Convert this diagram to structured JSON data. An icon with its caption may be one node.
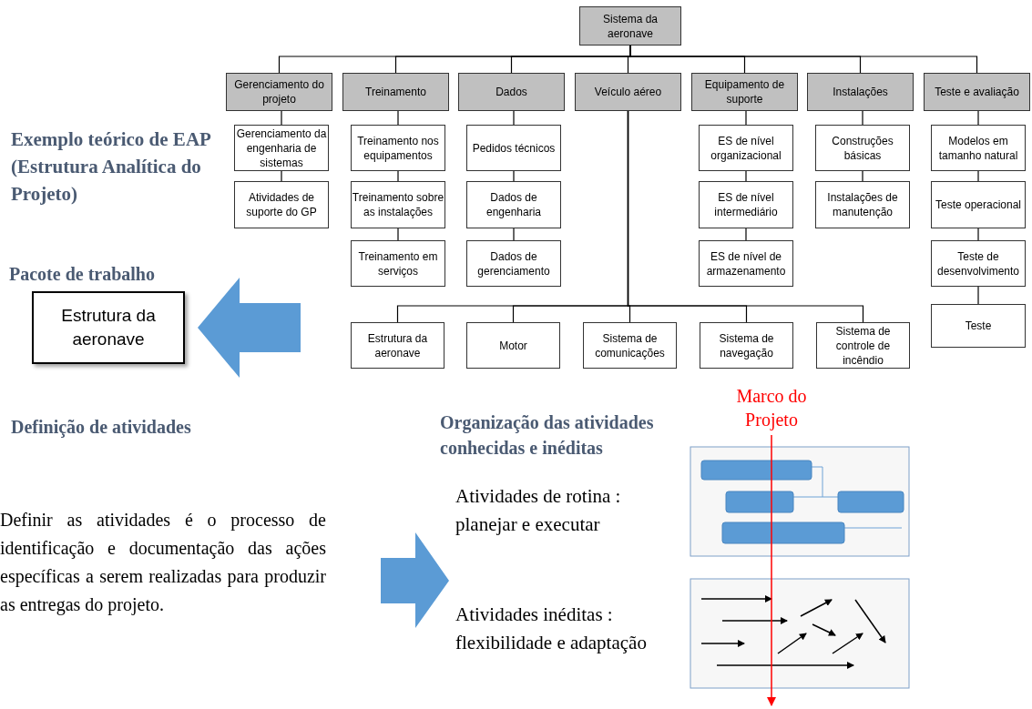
{
  "diagram": {
    "nodes": [
      {
        "text": [
          "Sistema da aeronave"
        ]
      },
      {
        "text": [
          "Gerenciamento do projeto"
        ]
      },
      {
        "text": [
          "Treinamento"
        ]
      },
      {
        "text": [
          "Dados"
        ]
      },
      {
        "text": [
          "Veículo aéreo"
        ]
      },
      {
        "text": [
          "Equipamento de suporte"
        ]
      },
      {
        "text": [
          "Instalações"
        ]
      },
      {
        "text": [
          "Teste e avaliação"
        ]
      },
      {
        "text": [
          "Gerenciamento da engenharia de sistemas"
        ]
      },
      {
        "text": [
          "Atividades de suporte do GP"
        ]
      },
      {
        "text": [
          "Treinamento nos equipamentos"
        ]
      },
      {
        "text": [
          "Treinamento sobre as instalações"
        ]
      },
      {
        "text": [
          "Treinamento em serviços"
        ]
      },
      {
        "text": [
          "Pedidos técnicos"
        ]
      },
      {
        "text": [
          "Dados de engenharia"
        ]
      },
      {
        "text": [
          "Dados de gerenciamento"
        ]
      },
      {
        "text": [
          "ES de nível organizacional"
        ]
      },
      {
        "text": [
          "ES de nível intermediário"
        ]
      },
      {
        "text": [
          "ES de nível de armazenamento"
        ]
      },
      {
        "text": [
          "Construções básicas"
        ]
      },
      {
        "text": [
          "Instalações de manutenção"
        ]
      },
      {
        "text": [
          "Modelos em tamanho natural"
        ]
      },
      {
        "text": [
          "Teste operacional"
        ]
      },
      {
        "text": [
          "Teste de desenvolvimento"
        ]
      },
      {
        "text": [
          "Teste"
        ]
      },
      {
        "text": [
          "Estrutura da aeronave"
        ]
      },
      {
        "text": [
          "Motor"
        ]
      },
      {
        "text": [
          "Sistema de comunicações"
        ]
      },
      {
        "text": [
          "Sistema de navegação"
        ]
      },
      {
        "text": [
          "Sistema de controle de incêndio"
        ]
      },
      {
        "text": [
          "Estrutura da aeronave"
        ]
      },
      {
        "text": [
          "Marco do Projeto"
        ]
      }
    ],
    "edges": [
      {
        "from": 0,
        "to": 1,
        "arrow": "none"
      },
      {
        "from": 0,
        "to": 2,
        "arrow": "none"
      },
      {
        "from": 0,
        "to": 3,
        "arrow": "none"
      },
      {
        "from": 0,
        "to": 4,
        "arrow": "none"
      },
      {
        "from": 0,
        "to": 5,
        "arrow": "none"
      },
      {
        "from": 0,
        "to": 6,
        "arrow": "none"
      },
      {
        "from": 0,
        "to": 7,
        "arrow": "none"
      },
      {
        "from": 1,
        "to": 8,
        "arrow": "none"
      },
      {
        "from": 8,
        "to": 9,
        "arrow": "none"
      },
      {
        "from": 2,
        "to": 10,
        "arrow": "none"
      },
      {
        "from": 10,
        "to": 11,
        "arrow": "none"
      },
      {
        "from": 11,
        "to": 12,
        "arrow": "none"
      },
      {
        "from": 3,
        "to": 13,
        "arrow": "none"
      },
      {
        "from": 13,
        "to": 14,
        "arrow": "none"
      },
      {
        "from": 14,
        "to": 15,
        "arrow": "none"
      },
      {
        "from": 5,
        "to": 16,
        "arrow": "none"
      },
      {
        "from": 16,
        "to": 17,
        "arrow": "none"
      },
      {
        "from": 17,
        "to": 18,
        "arrow": "none"
      },
      {
        "from": 6,
        "to": 19,
        "arrow": "none"
      },
      {
        "from": 19,
        "to": 20,
        "arrow": "none"
      },
      {
        "from": 7,
        "to": 21,
        "arrow": "none"
      },
      {
        "from": 21,
        "to": 22,
        "arrow": "none"
      },
      {
        "from": 22,
        "to": 23,
        "arrow": "none"
      },
      {
        "from": 23,
        "to": 24,
        "arrow": "none"
      },
      {
        "from": 4,
        "to": 25,
        "arrow": "none"
      },
      {
        "from": 4,
        "to": 26,
        "arrow": "none"
      },
      {
        "from": 4,
        "to": 27,
        "arrow": "none"
      },
      {
        "from": 4,
        "to": 28,
        "arrow": "none"
      },
      {
        "from": 4,
        "to": 29,
        "arrow": "none"
      },
      {
        "from": null,
        "to": 30,
        "arrow": "to",
        "style": "thick",
        "color": "#5b9bd5"
      },
      {
        "from": 31,
        "to": null,
        "arrow": "to",
        "color": "#ff0000"
      }
    ],
    "labels": [
      "Exemplo teórico de EAP (Estrutura Analítica do Projeto)",
      "Pacote de trabalho",
      "Definição de atividades",
      "Organização das atividades conhecidas e inéditas",
      "Atividades de rotina : planejar e executar",
      "Definir as atividades é o processo de identificação e documentação das ações específicas a serem realizadas para produzir as entregas do projeto.",
      "Atividades inéditas : flexibilidade e adaptação"
    ]
  }
}
